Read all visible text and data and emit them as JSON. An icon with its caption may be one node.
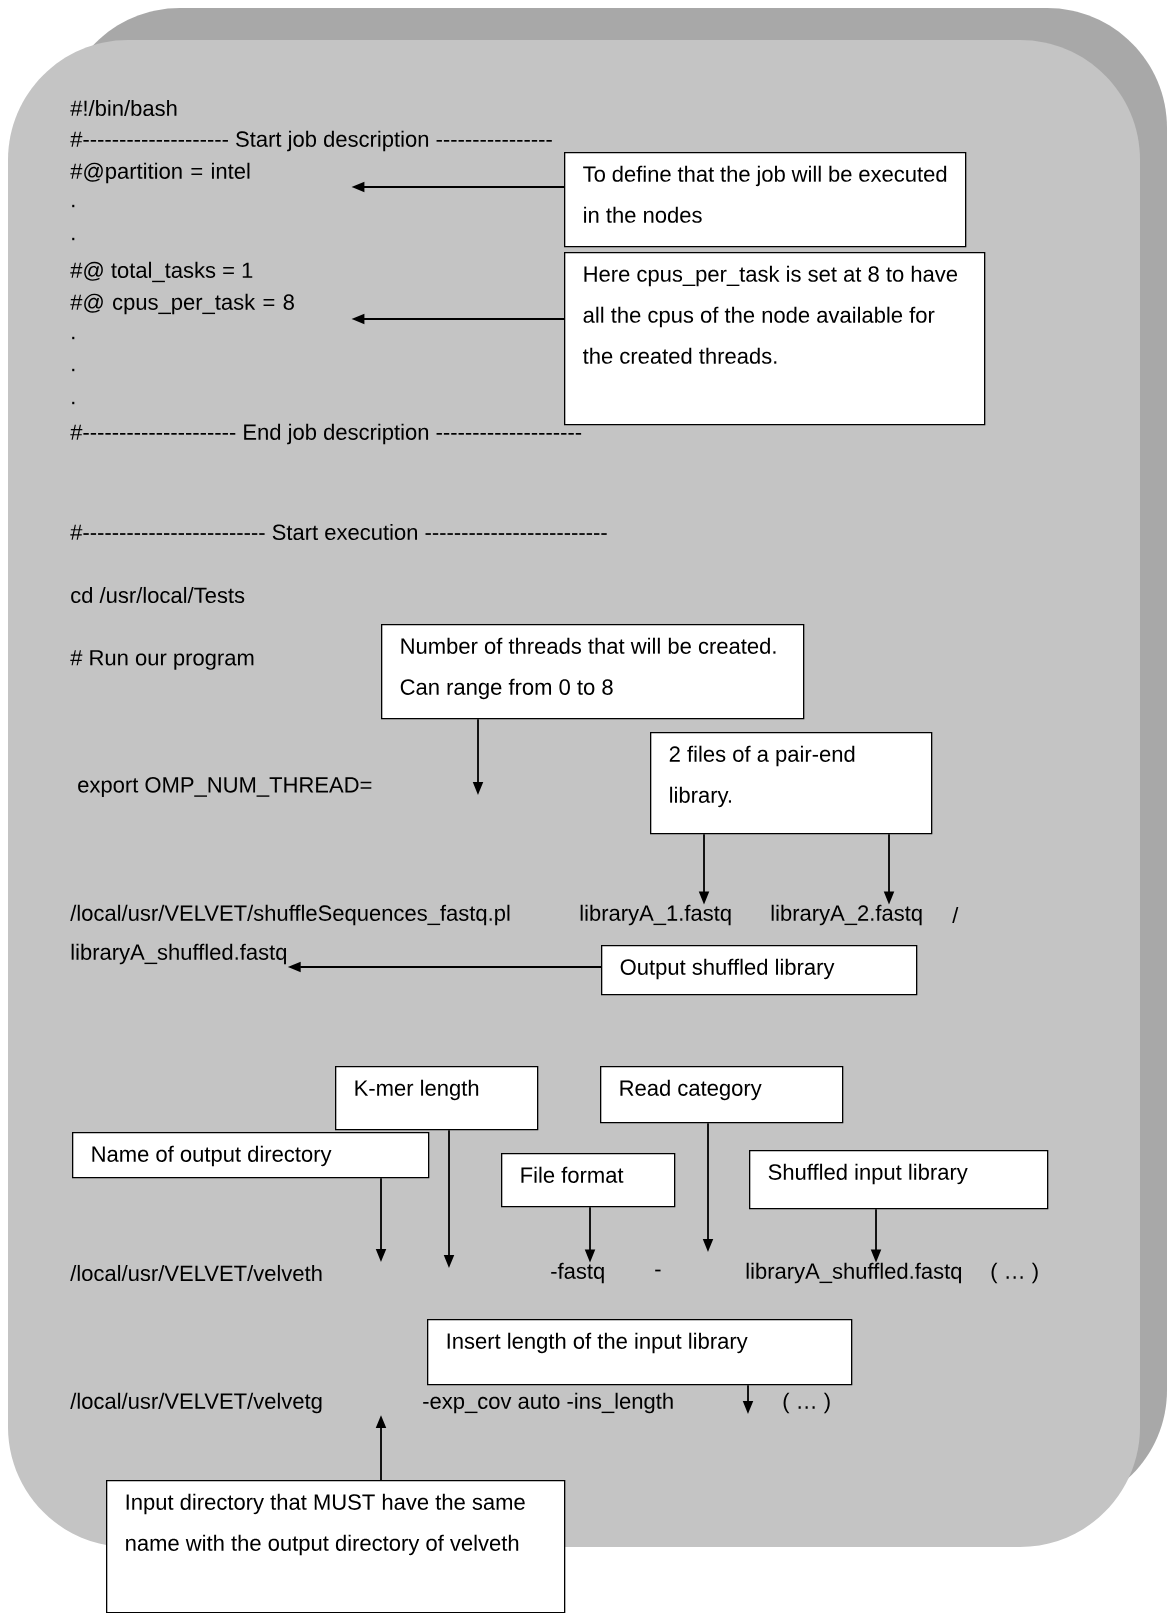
{
  "diagram": {
    "nodes": [
      {
        "text": [
          "#@partition = intel"
        ]
      },
      {
        "text": [
          "To define that the job will be executed in the nodes"
        ]
      },
      {
        "text": [
          "Here cpus_per_task is set at 8 to have all the cpus of the node available for the created threads."
        ]
      },
      {
        "text": [
          "#@ cpus_per_task = 8"
        ]
      },
      {
        "text": [
          "Number of threads that will be created. Can range from 0 to 8"
        ]
      },
      {
        "text": [
          "2 files of a pair-end library."
        ]
      },
      {
        "text": [
          "libraryA_1.fastq"
        ]
      },
      {
        "text": [
          "libraryA_2.fastq"
        ]
      },
      {
        "text": [
          "libraryA_shuffled.fastq"
        ]
      },
      {
        "text": [
          "Output shuffled library"
        ]
      },
      {
        "text": [
          "K-mer length"
        ]
      },
      {
        "text": [
          "Read category"
        ]
      },
      {
        "text": [
          "Name of output directory"
        ]
      },
      {
        "text": [
          "File format"
        ]
      },
      {
        "text": [
          "Shuffled input library"
        ]
      },
      {
        "text": [
          "-fastq"
        ]
      },
      {
        "text": [
          "libraryA_shuffled.fastq"
        ]
      },
      {
        "text": [
          "Insert length of the input library"
        ]
      },
      {
        "text": [
          "Input directory that MUST have the same name with the output directory of velveth"
        ]
      }
    ],
    "edges": [
      {
        "from": 1,
        "to": 0,
        "arrow": "to"
      },
      {
        "from": 2,
        "to": 3,
        "arrow": "to"
      },
      {
        "from": 4,
        "to": null,
        "arrow": "to"
      },
      {
        "from": 5,
        "to": 6,
        "arrow": "to"
      },
      {
        "from": 5,
        "to": 7,
        "arrow": "to"
      },
      {
        "from": 9,
        "to": 8,
        "arrow": "to"
      },
      {
        "from": 12,
        "to": null,
        "arrow": "to"
      },
      {
        "from": 10,
        "to": null,
        "arrow": "to"
      },
      {
        "from": 13,
        "to": 15,
        "arrow": "to"
      },
      {
        "from": 11,
        "to": null,
        "arrow": "to"
      },
      {
        "from": 14,
        "to": 16,
        "arrow": "to"
      },
      {
        "from": 17,
        "to": null,
        "arrow": "to"
      },
      {
        "from": 18,
        "to": null,
        "arrow": "to"
      }
    ],
    "labels": [
      "#!/bin/bash",
      "#-------------------- Start job description ----------------",
      ".",
      ".",
      "#@ total_tasks = 1",
      ".",
      ".",
      ".",
      "#--------------------- End job description --------------------",
      "#------------------------- Start execution -------------------------",
      "cd /usr/local/Tests",
      "# Run our program",
      "export OMP_NUM_THREAD=",
      "/local/usr/VELVET/shuffleSequences_fastq.pl",
      "/",
      "/local/usr/VELVET/velveth",
      "-",
      "( … )",
      "/local/usr/VELVET/velvetg",
      "-exp_cov auto -ins_length",
      "( … )"
    ]
  }
}
